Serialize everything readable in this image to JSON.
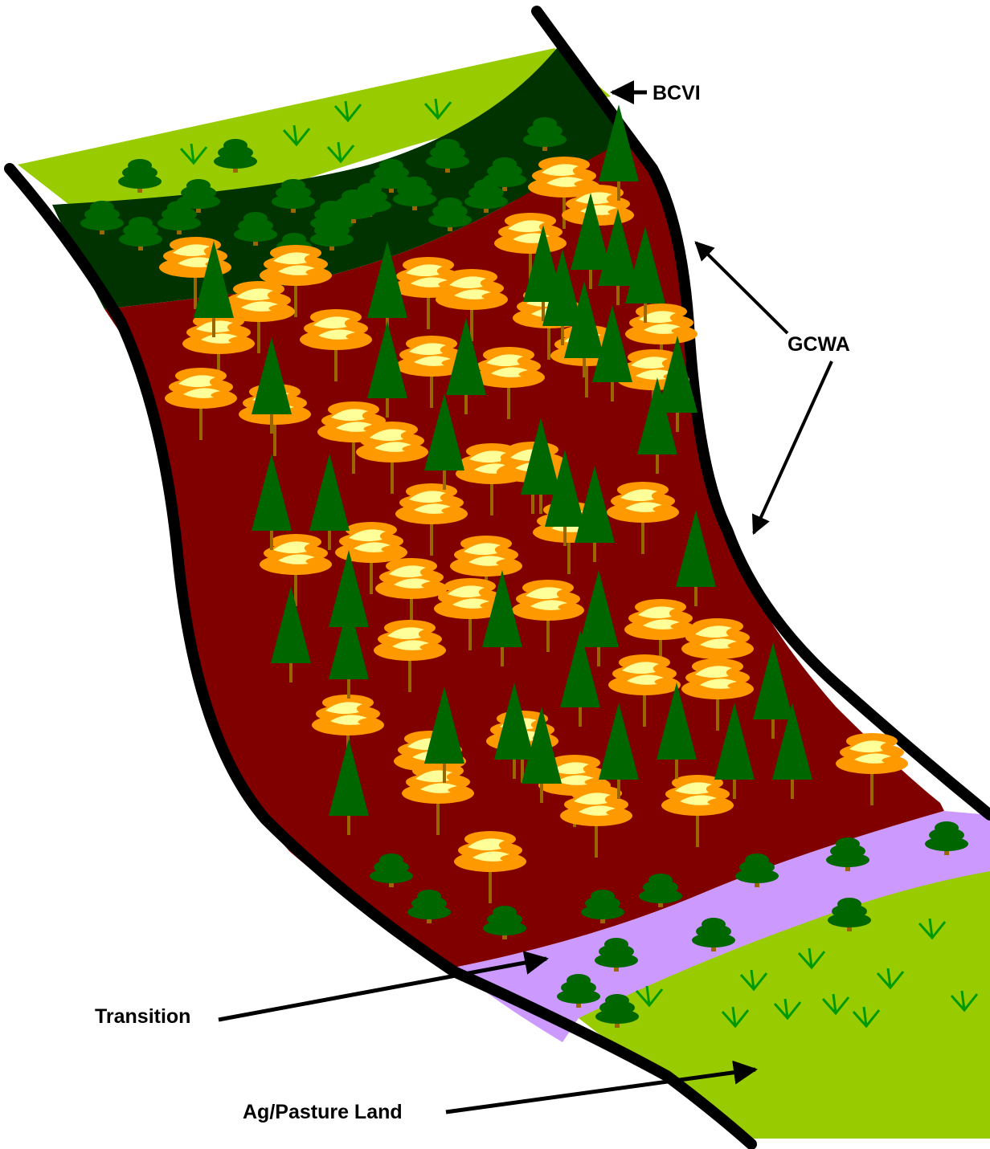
{
  "labels": {
    "bcvi": "BCVI",
    "gcwa": "GCWA",
    "transition": "Transition",
    "ag_pasture": "Ag/Pasture Land"
  },
  "colors": {
    "pasture": "#99CC00",
    "dark_woodland": "#003300",
    "slope": "#800000",
    "transition": "#CC99FF",
    "ridge_line": "#000000",
    "juniper": "#006600",
    "trunk": "#996600",
    "oak_orange": "#FF9900",
    "oak_yellow": "#FFFF99",
    "shrub": "#006600",
    "grass_mark": "#009900"
  },
  "icons": {
    "juniper": "conifer-tree-icon",
    "oak": "deciduous-oak-tree-icon",
    "shrub": "shrub-icon",
    "grass": "grass-tuft-icon"
  }
}
